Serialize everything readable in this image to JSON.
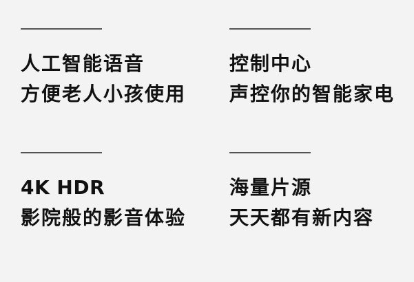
{
  "background_color": "#f3f3f3",
  "divider_color": "#555555",
  "text_color": "#111111",
  "features": [
    {
      "title": "人工智能语音",
      "subtitle": "方便老人小孩使用"
    },
    {
      "title": "控制中心",
      "subtitle": "声控你的智能家电"
    },
    {
      "title": "4K HDR",
      "subtitle": "影院般的影音体验"
    },
    {
      "title": "海量片源",
      "subtitle": "天天都有新内容"
    }
  ]
}
